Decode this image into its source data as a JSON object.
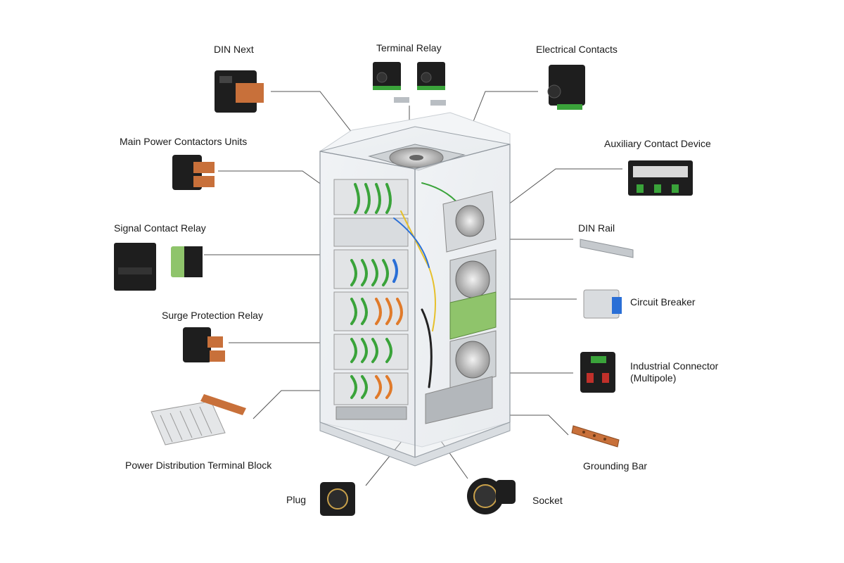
{
  "labels": {
    "din_next": "DIN Next",
    "terminal_relay": "Terminal Relay",
    "electrical_contacts": "Electrical Contacts",
    "main_power": "Main Power Contactors Units",
    "auxiliary": "Auxiliary Contact Device",
    "signal_relay": "Signal Contact Relay",
    "din_rail": "DIN Rail",
    "circuit_breaker": "Circuit Breaker",
    "surge_relay": "Surge Protection Relay",
    "industrial_connector": "Industrial Connector (Multipole)",
    "power_distribution": "Power Distribution Terminal Block",
    "grounding_bar": "Grounding Bar",
    "plug": "Plug",
    "socket": "Socket"
  },
  "colors": {
    "wire_green": "#3aa33a",
    "wire_orange": "#e07a2a",
    "wire_blue": "#2a6fd6",
    "wire_yellow": "#e6c02a",
    "copper": "#c8703a",
    "panel_green": "#8fc46b",
    "leader": "#555555"
  },
  "icons": [
    "fan-icon",
    "relay-icon",
    "contactor-icon",
    "terminal-block-icon",
    "connector-icon"
  ]
}
